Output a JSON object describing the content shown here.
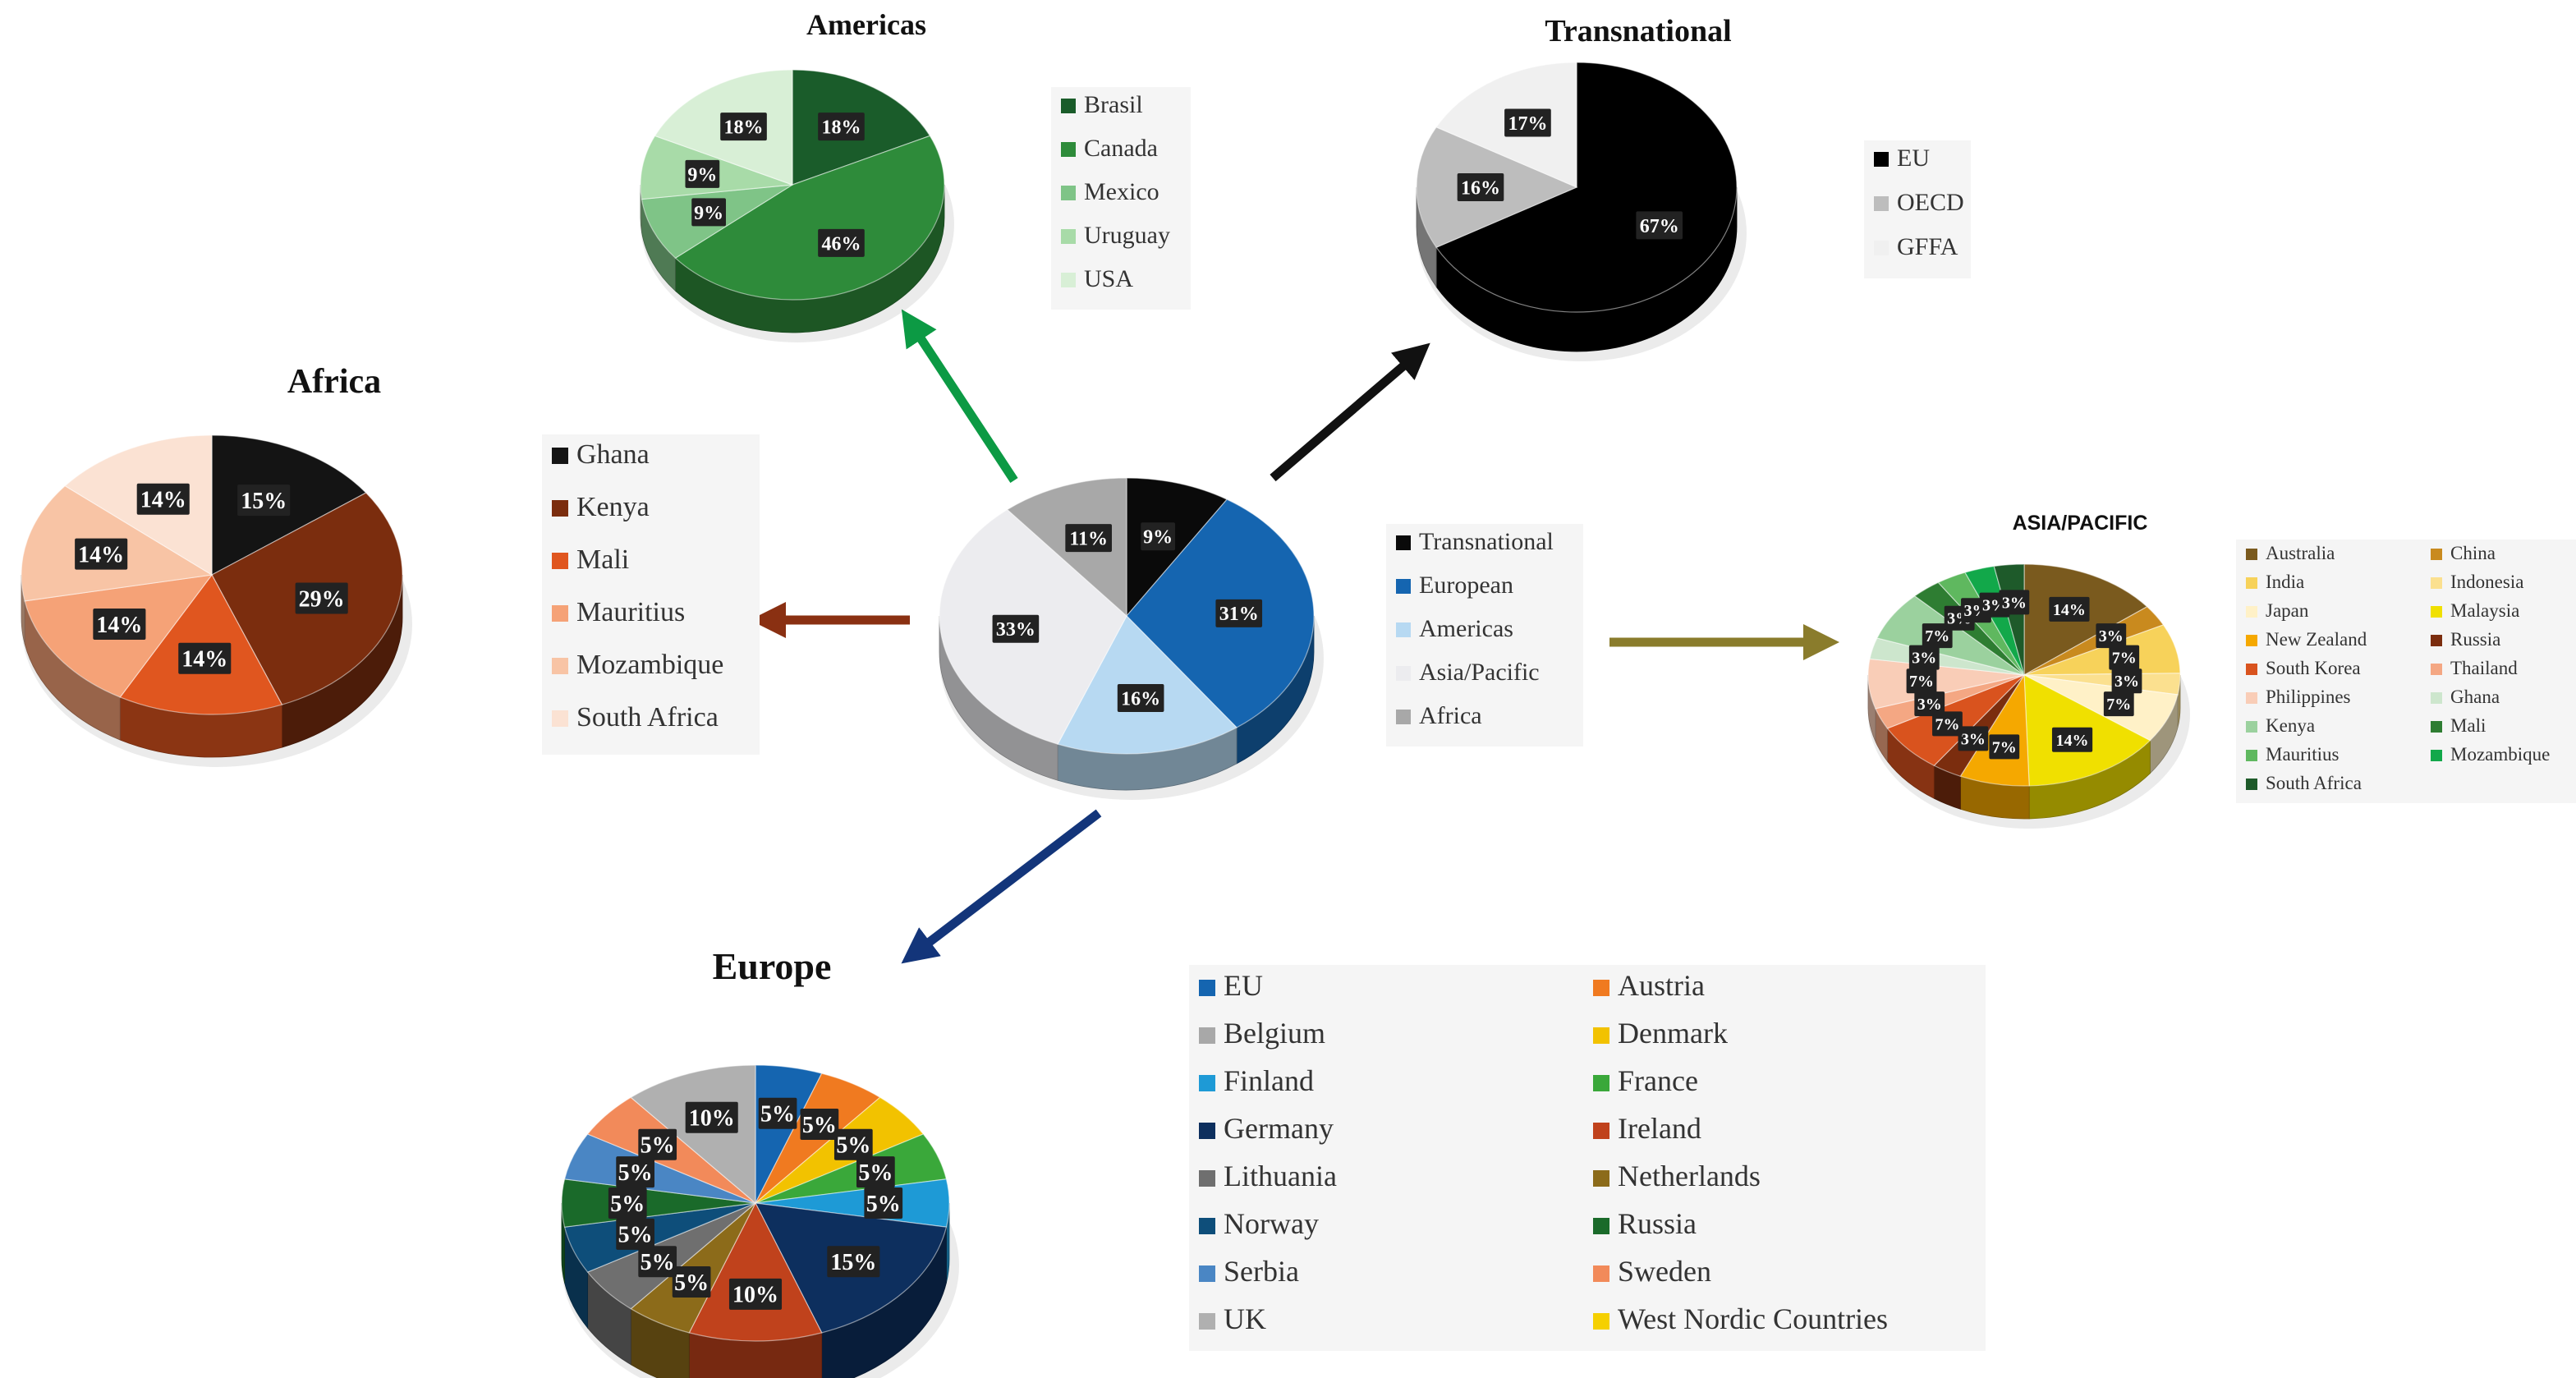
{
  "chart_data": [
    {
      "id": "main",
      "type": "pie",
      "title": "",
      "labels": [
        "Transnational",
        "European",
        "Americas",
        "Asia/Pacific",
        "Africa"
      ],
      "values": [
        9,
        31,
        16,
        33,
        11
      ],
      "value_labels": [
        "9%",
        "31%",
        "16%",
        "33%",
        "11%"
      ],
      "colors": [
        "#0a0a0a",
        "#1565b0",
        "#b7d9f2",
        "#ececef",
        "#a8a8a8"
      ],
      "legend": [
        "Transnational",
        "European",
        "Americas",
        "Asia/Pacific",
        "Africa"
      ],
      "legend_placement": "right"
    },
    {
      "id": "americas",
      "type": "pie",
      "title": "Americas",
      "labels": [
        "Brasil",
        "Canada",
        "Mexico",
        "Uruguay",
        "USA"
      ],
      "values": [
        18,
        46,
        9,
        9,
        18
      ],
      "value_labels": [
        "18%",
        "46%",
        "9%",
        "9%",
        "18%"
      ],
      "colors": [
        "#1a5c2a",
        "#2e8b3a",
        "#7fc487",
        "#a8dba8",
        "#d8efd6"
      ],
      "legend": [
        "Brasil",
        "Canada",
        "Mexico",
        "Uruguay",
        "USA"
      ],
      "legend_placement": "right"
    },
    {
      "id": "transnational",
      "type": "pie",
      "title": "Transnational",
      "labels": [
        "EU",
        "OECD",
        "GFFA"
      ],
      "values": [
        67,
        16,
        17
      ],
      "value_labels": [
        "67%",
        "16%",
        "17%"
      ],
      "colors": [
        "#000000",
        "#bdbdbd",
        "#f0f0f0"
      ],
      "legend": [
        "EU",
        "OECD",
        "GFFA"
      ],
      "legend_placement": "right"
    },
    {
      "id": "africa",
      "type": "pie",
      "title": "Africa",
      "labels": [
        "Ghana",
        "Kenya",
        "Mali",
        "Mauritius",
        "Mozambique",
        "South Africa"
      ],
      "values": [
        15,
        29,
        14,
        14,
        14,
        14
      ],
      "value_labels": [
        "15%",
        "29%",
        "14%",
        "14%",
        "14%",
        "14%"
      ],
      "colors": [
        "#141414",
        "#7b2d0e",
        "#e0561f",
        "#f5a277",
        "#f8c4a5",
        "#fbe2d3"
      ],
      "legend": [
        "Ghana",
        "Kenya",
        "Mali",
        "Mauritius",
        "Mozambique",
        "South Africa"
      ],
      "legend_placement": "left"
    },
    {
      "id": "asia",
      "type": "pie",
      "title": "ASIA/PACIFIC",
      "labels": [
        "Australia",
        "China",
        "India",
        "Indonesia",
        "Japan",
        "Malaysia",
        "New Zealand",
        "Russia",
        "South Korea",
        "Thailand",
        "Philippines",
        "Ghana",
        "Kenya",
        "Mali",
        "Mauritius",
        "Mozambique",
        "South Africa"
      ],
      "values": [
        14,
        3,
        7,
        3,
        7,
        14,
        7,
        3,
        7,
        3,
        7,
        3,
        7,
        3,
        3,
        3,
        3
      ],
      "value_labels": [
        "14%",
        "3%",
        "7%",
        "3%",
        "7%",
        "14%",
        "7%",
        "3%",
        "7%",
        "3%",
        "7%",
        "3%",
        "7%",
        "3%",
        "3%",
        "3%",
        "3%"
      ],
      "colors": [
        "#7a5a1e",
        "#c98a1e",
        "#f7d25a",
        "#fbe08f",
        "#fff1c7",
        "#f0e000",
        "#f5a800",
        "#7b2d0e",
        "#d9531e",
        "#f4a783",
        "#f9cdb7",
        "#cde6cd",
        "#9bd19e",
        "#2e7d32",
        "#5fb85f",
        "#12a84a",
        "#1e5a2a"
      ],
      "legend": [
        "Australia",
        "China",
        "India",
        "Indonesia",
        "Japan",
        "Malaysia",
        "New Zealand",
        "Russia",
        "South Korea",
        "Thailand",
        "Philippines",
        "Ghana",
        "Kenya",
        "Mali",
        "Mauritius",
        "Mozambique",
        "South Africa"
      ],
      "legend_placement": "right"
    },
    {
      "id": "europe",
      "type": "pie",
      "title": "Europe",
      "labels": [
        "EU",
        "Austria",
        "Denmark",
        "France",
        "Finland",
        "Germany",
        "Ireland",
        "Netherlands",
        "Lithuania",
        "Norway",
        "Russia",
        "Serbia",
        "Sweden",
        "UK"
      ],
      "values": [
        5,
        5,
        5,
        5,
        5,
        15,
        10,
        5,
        5,
        5,
        5,
        5,
        5,
        10
      ],
      "value_labels": [
        "5%",
        "5%",
        "5%",
        "5%",
        "5%",
        "15%",
        "10%",
        "5%",
        "5%",
        "5%",
        "5%",
        "5%",
        "5%",
        "10%"
      ],
      "colors": [
        "#1565b0",
        "#f07a20",
        "#f2c200",
        "#3aa83a",
        "#1e9ad6",
        "#0d2f5e",
        "#c0421c",
        "#8c6b1a",
        "#6f6f6f",
        "#0e4e7a",
        "#1a6a2a",
        "#4a86c4",
        "#f28a5a",
        "#b0b0b0"
      ],
      "legend": [
        "EU",
        "Austria",
        "Belgium",
        "Denmark",
        "Finland",
        "France",
        "Germany",
        "Ireland",
        "Lithuania",
        "Netherlands",
        "Norway",
        "Russia",
        "Serbia",
        "Sweden",
        "UK",
        "West Nordic Countries"
      ],
      "legend_colors": [
        "#1565b0",
        "#f07a20",
        "#a8a8a8",
        "#f2c200",
        "#1e9ad6",
        "#3aa83a",
        "#0d2f5e",
        "#c0421c",
        "#6f6f6f",
        "#8c6b1a",
        "#0e4e7a",
        "#1a6a2a",
        "#4a86c4",
        "#f28a5a",
        "#b0b0b0",
        "#f5d000"
      ],
      "legend_placement": "right"
    }
  ],
  "arrow_colors": {
    "americas": "#0c9a44",
    "transnational": "#111111",
    "africa": "#8a3012",
    "asia": "#8a7c2c",
    "europe": "#13357a"
  }
}
